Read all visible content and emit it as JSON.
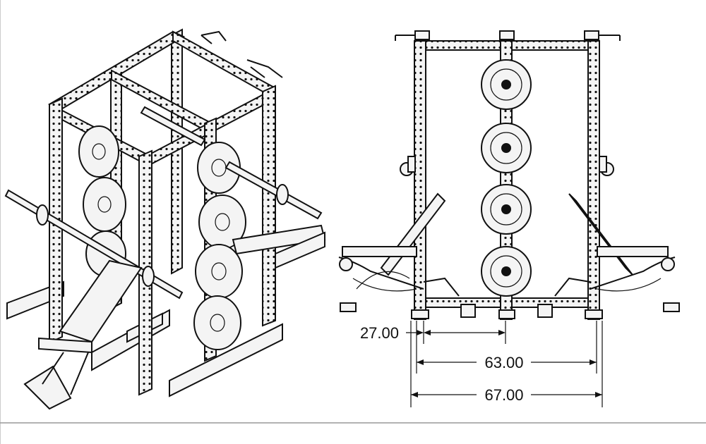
{
  "dimensions": {
    "inner_offset": "27.00",
    "inner_width": "63.00",
    "outer_width": "67.00"
  }
}
